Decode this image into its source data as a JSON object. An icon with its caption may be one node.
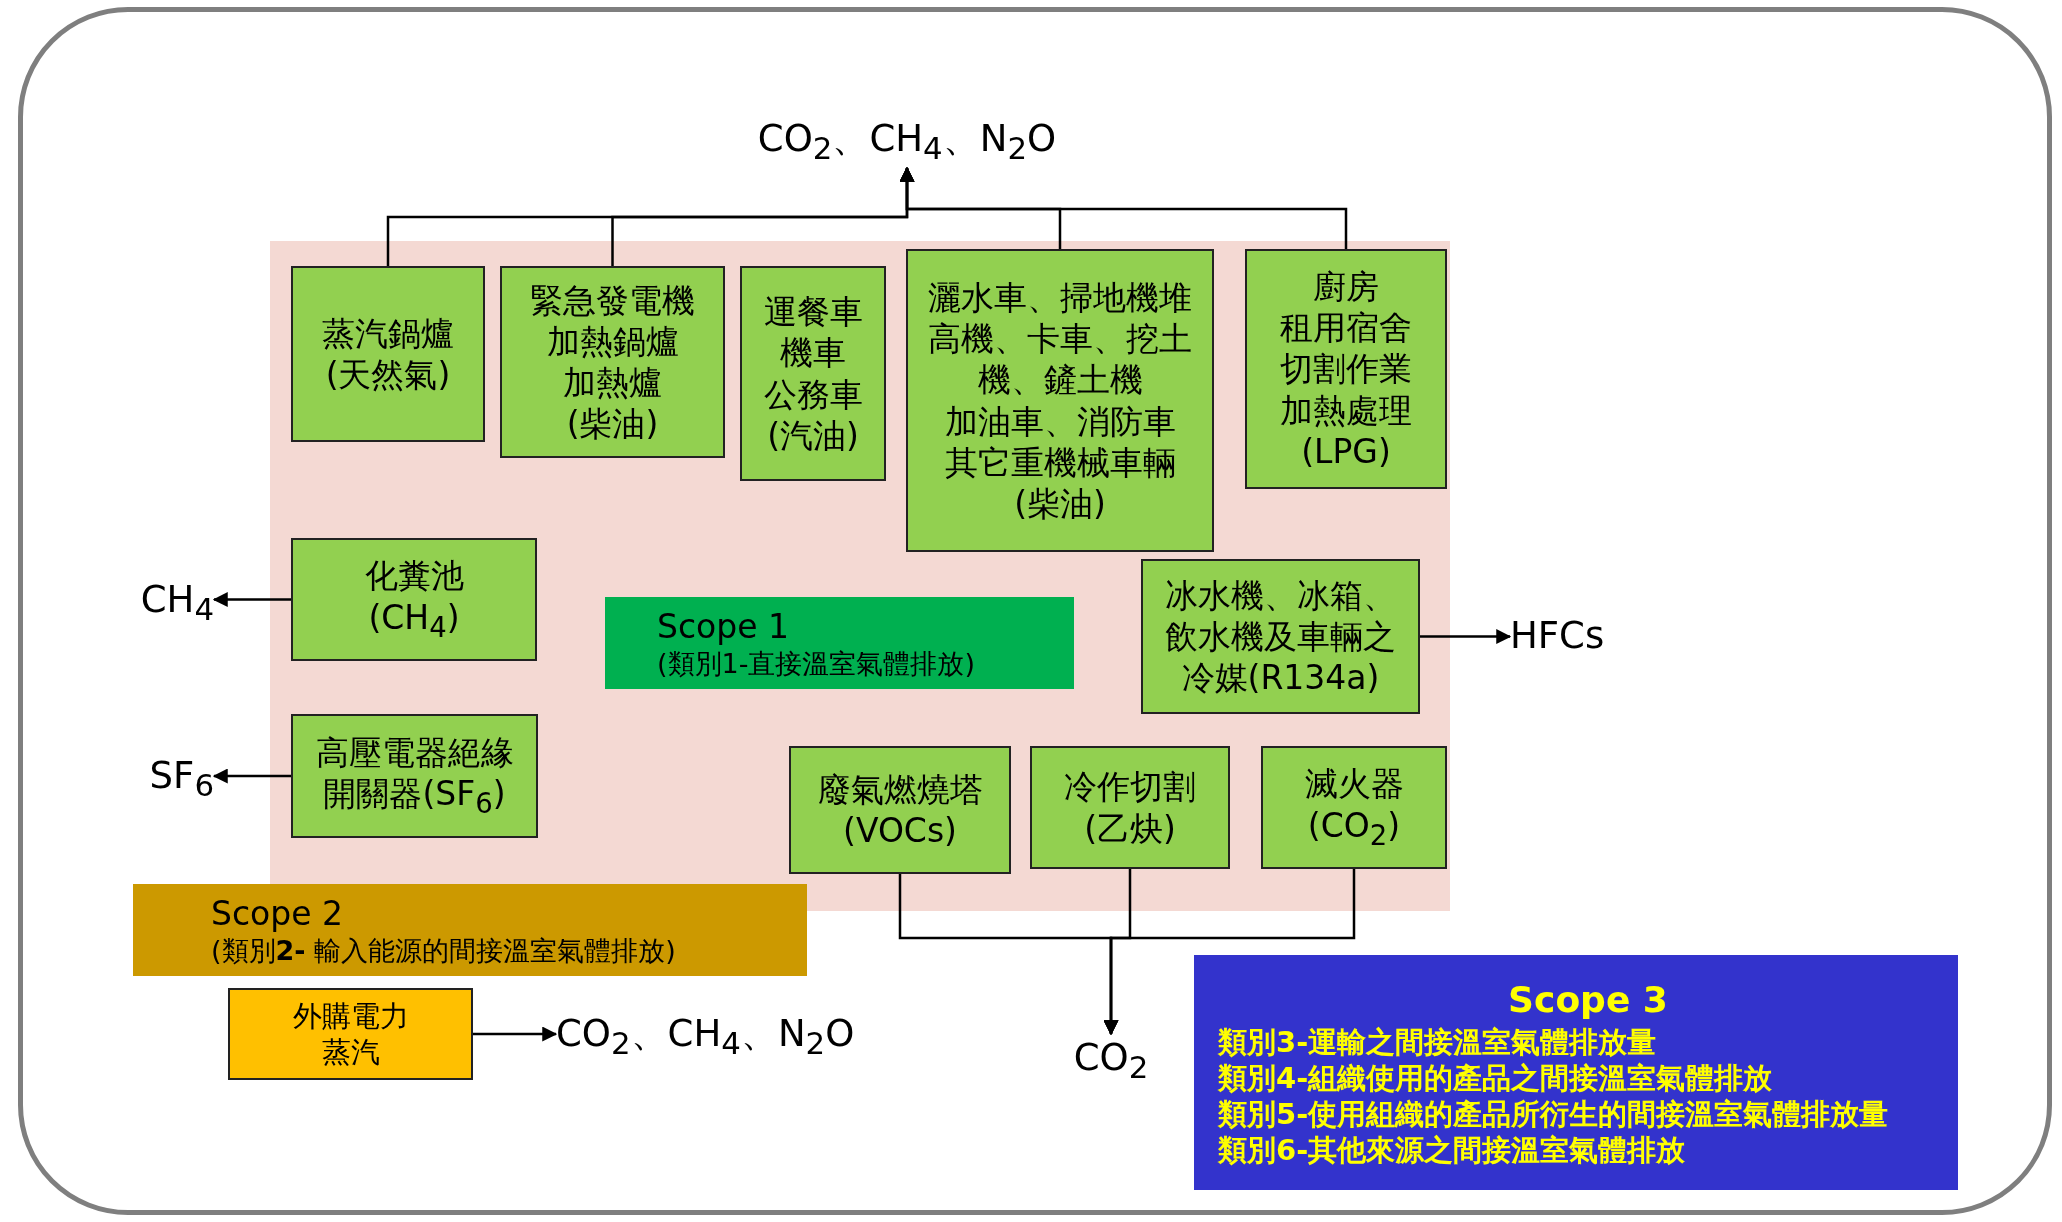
{
  "diagram": {
    "nodes": [
      {
        "text": [
          "CO$_{2}$、CH$_{4}$、N$_{2}$O"
        ]
      },
      {
        "text": [],
        "shape": "box"
      },
      {
        "text": [
          "蒸汽鍋爐",
          "(天然氣)"
        ],
        "in": 1
      },
      {
        "text": [
          "緊急發電機",
          "加熱鍋爐",
          "加熱爐",
          "(柴油)"
        ],
        "in": 1
      },
      {
        "text": [
          "運餐車",
          "機車",
          "公務車",
          "(汽油)"
        ],
        "in": 1
      },
      {
        "text": [
          "灑水車、掃地機堆高機、卡車、挖土機、鏟土機",
          "加油車、消防車",
          "其它重機械車輛",
          "(柴油)"
        ],
        "in": 1
      },
      {
        "text": [
          "廚房",
          "租用宿舍",
          "切割作業",
          "加熱處理",
          "(LPG)"
        ],
        "in": 1
      },
      {
        "text": [
          "CH$_{4}$"
        ]
      },
      {
        "text": [
          "化糞池",
          "(CH$_{4}$)"
        ],
        "in": 1
      },
      {
        "text": [
          "Scope 1",
          "(類別1-直接溫室氣體排放)"
        ],
        "in": 1
      },
      {
        "text": [
          "冰水機、冰箱、飲水機及車輛之冷媒(R134a)"
        ],
        "in": 1
      },
      {
        "text": [
          "HFCs"
        ]
      },
      {
        "text": [
          "SF$_{6}$"
        ]
      },
      {
        "text": [
          "高壓電器絕緣開關器(SF$_{6}$)"
        ],
        "in": 1
      },
      {
        "text": [
          "廢氣燃燒塔",
          "(VOCs)"
        ],
        "in": 1
      },
      {
        "text": [
          "冷作切割",
          "(乙炔)"
        ],
        "in": 1
      },
      {
        "text": [
          "滅火器",
          "(CO$_{2}$)"
        ],
        "in": 1
      },
      {
        "text": [
          "Scope 2",
          "(類別**2-** 輸入能源的間接溫室氣體排放)"
        ]
      },
      {
        "text": [
          "外購電力",
          "蒸汽"
        ]
      },
      {
        "text": [
          "CO$_{2}$、CH$_{4}$、N$_{2}$O"
        ]
      },
      {
        "text": [
          "CO$_{2}$"
        ]
      },
      {
        "text": [
          "Scope 3",
          "類別3-運輸之間接溫室氣體排放量",
          "類別4-組織使用的產品之間接溫室氣體排放",
          "類別5-使用組織的產品所衍生的間接溫室氣體排放量",
          "類別6-其他來源之間接溫室氣體排放"
        ]
      }
    ],
    "edges": [
      {
        "from": 2,
        "to": 0,
        "arrow": "to"
      },
      {
        "from": 3,
        "to": 0,
        "arrow": "to"
      },
      {
        "from": 5,
        "to": 0,
        "arrow": "to"
      },
      {
        "from": 6,
        "to": 0,
        "arrow": "to"
      },
      {
        "from": 8,
        "to": 7,
        "arrow": "to"
      },
      {
        "from": 10,
        "to": 11,
        "arrow": "to"
      },
      {
        "from": 13,
        "to": 12,
        "arrow": "to"
      },
      {
        "from": 14,
        "to": 20,
        "arrow": "to"
      },
      {
        "from": 15,
        "to": 20,
        "arrow": "to"
      },
      {
        "from": 16,
        "to": 20,
        "arrow": "to"
      },
      {
        "from": 18,
        "to": 19,
        "arrow": "to"
      }
    ]
  }
}
